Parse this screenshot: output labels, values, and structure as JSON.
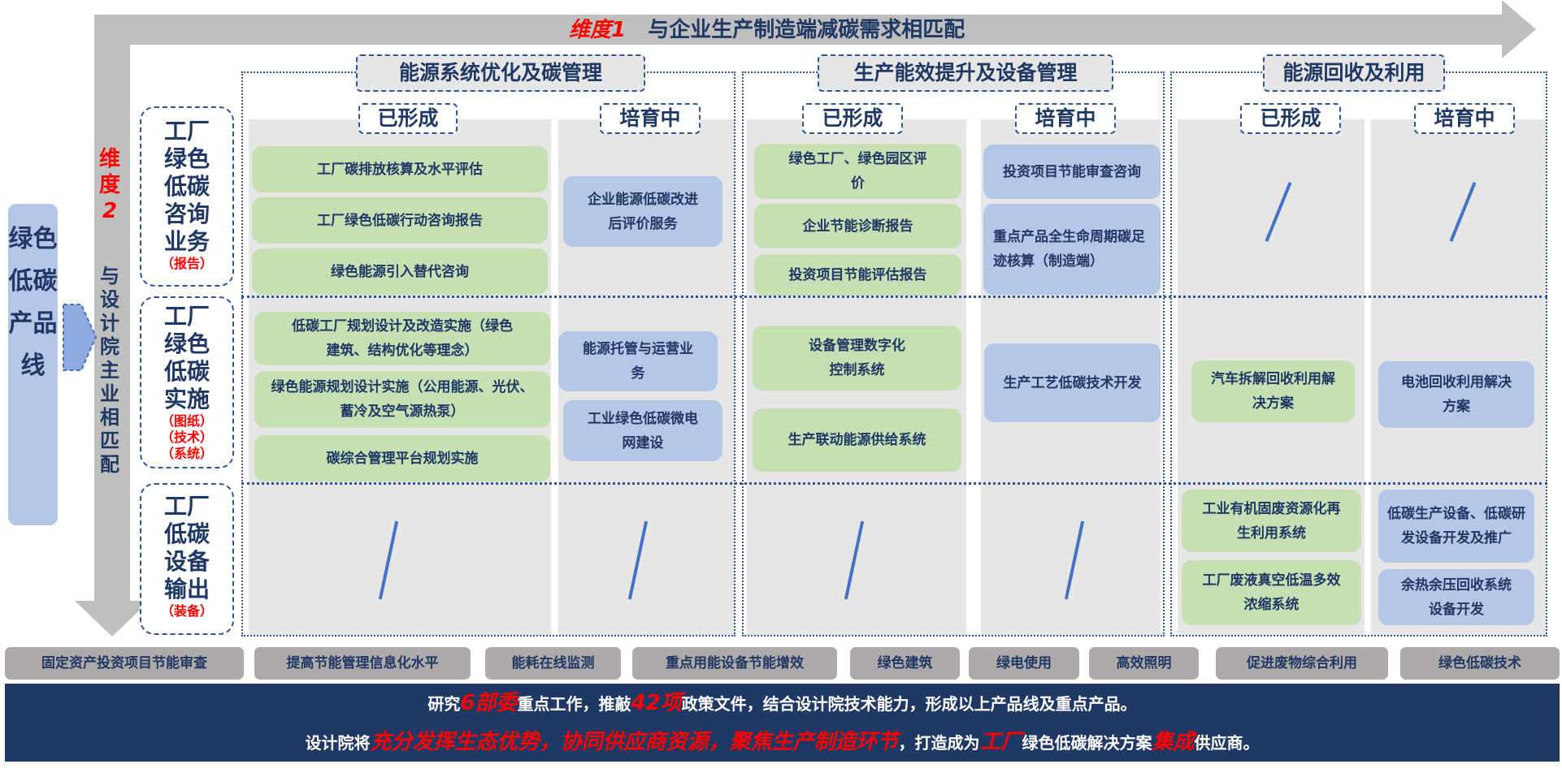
{
  "dimension1": {
    "label": "维度1",
    "text": "与企业生产制造端减碳需求相匹配"
  },
  "dimension2": {
    "label_a": "维",
    "label_b": "度",
    "label_c": "2",
    "text": "与设计院主业相匹配"
  },
  "product_line": "绿色低碳产品线",
  "rows": [
    {
      "title": "工厂绿色低碳咨询业务",
      "sub": "（报告）"
    },
    {
      "title": "工厂绿色低碳实施",
      "sub": "（图纸）（技术）（系统）"
    },
    {
      "title": "工厂低碳设备输出",
      "sub": "（装备）"
    }
  ],
  "groups": [
    {
      "title": "能源系统优化及碳管理",
      "formed": "已形成",
      "cultivating": "培育中"
    },
    {
      "title": "生产能效提升及设备管理",
      "formed": "已形成",
      "cultivating": "培育中"
    },
    {
      "title": "能源回收及利用",
      "formed": "已形成",
      "cultivating": "培育中"
    }
  ],
  "cards": {
    "g1_formed_r1": [
      "工厂碳排放核算及水平评估",
      "工厂绿色低碳行动咨询报告",
      "绿色能源引入替代咨询"
    ],
    "g1_formed_r2": [
      "低碳工厂规划设计及改造实施（绿色建筑、结构优化等理念）",
      "绿色能源规划设计实施（公用能源、光伏、蓄冷及空气源热泵）",
      "碳综合管理平台规划实施"
    ],
    "g1_cult_r1": [
      "企业能源低碳改进后评价服务"
    ],
    "g1_cult_r2": [
      "能源托管与运营业务",
      "工业绿色低碳微电网建设"
    ],
    "g2_formed_r1": [
      "绿色工厂、绿色园区评价",
      "企业节能诊断报告",
      "投资项目节能评估报告"
    ],
    "g2_formed_r2": [
      "设备管理数字化控制系统",
      "生产联动能源供给系统"
    ],
    "g2_cult_r1": [
      "投资项目节能审查咨询",
      "重点产品全生命周期碳足迹核算（制造端）"
    ],
    "g2_cult_r2": [
      "生产工艺低碳技术开发"
    ],
    "g3_formed_r2": [
      "汽车拆解回收利用解决方案"
    ],
    "g3_cult_r2": [
      "电池回收利用解决方案"
    ],
    "g3_formed_r3": [
      "工业有机固废资源化再生利用系统",
      "工厂废液真空低温多效浓缩系统"
    ],
    "g3_cult_r3": [
      "低碳生产设备、低碳研发设备开发及推广",
      "余热余压回收系统设备开发"
    ]
  },
  "tags": [
    "固定资产投资项目节能审查",
    "提高节能管理信息化水平",
    "能耗在线监测",
    "重点用能设备节能增效",
    "绿色建筑",
    "绿电使用",
    "高效照明",
    "促进废物综合利用",
    "绿色低碳技术"
  ],
  "banner": {
    "line1": [
      "研究",
      "6部委",
      "重点工作，推敲",
      "42项",
      "政策文件，结合设计院技术能力，形成以上产品线及重点产品。"
    ],
    "line2": [
      "设计院将",
      "充分发挥生态优势，协同供应商资源，聚焦生产制造环节",
      "，打造成为",
      "工厂",
      "绿色低碳解决方案",
      "集成",
      "供应商。"
    ]
  },
  "colors": {
    "navy": "#1f3864",
    "green": "#c6e0b4",
    "blue": "#b4c7e7",
    "red": "#ff0000",
    "gray": "#bfbfbf"
  }
}
